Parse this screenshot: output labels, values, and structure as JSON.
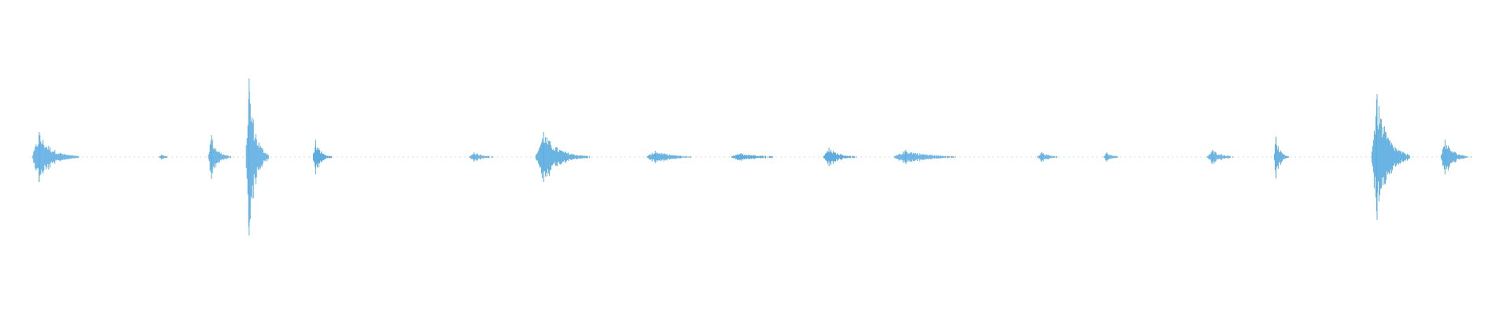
{
  "waveform": {
    "color": "#5DADE2",
    "baseline_color": "#5DADE2",
    "duration_fraction_start": 0.02,
    "duration_fraction_end": 0.965,
    "events": [
      {
        "t": 0.026,
        "amp": 0.16,
        "decay": 0.012
      },
      {
        "t": 0.107,
        "amp": 0.015,
        "decay": 0.006
      },
      {
        "t": 0.14,
        "amp": 0.14,
        "decay": 0.006
      },
      {
        "t": 0.165,
        "amp": 0.5,
        "decay": 0.006
      },
      {
        "t": 0.209,
        "amp": 0.11,
        "decay": 0.005
      },
      {
        "t": 0.314,
        "amp": 0.03,
        "decay": 0.01
      },
      {
        "t": 0.36,
        "amp": 0.16,
        "decay": 0.014
      },
      {
        "t": 0.434,
        "amp": 0.04,
        "decay": 0.016
      },
      {
        "t": 0.491,
        "amp": 0.025,
        "decay": 0.02
      },
      {
        "t": 0.549,
        "amp": 0.06,
        "decay": 0.01
      },
      {
        "t": 0.6,
        "amp": 0.045,
        "decay": 0.022
      },
      {
        "t": 0.69,
        "amp": 0.03,
        "decay": 0.008
      },
      {
        "t": 0.733,
        "amp": 0.03,
        "decay": 0.006
      },
      {
        "t": 0.803,
        "amp": 0.045,
        "decay": 0.01
      },
      {
        "t": 0.845,
        "amp": 0.13,
        "decay": 0.004
      },
      {
        "t": 0.912,
        "amp": 0.4,
        "decay": 0.01
      },
      {
        "t": 0.957,
        "amp": 0.11,
        "decay": 0.008
      }
    ]
  }
}
